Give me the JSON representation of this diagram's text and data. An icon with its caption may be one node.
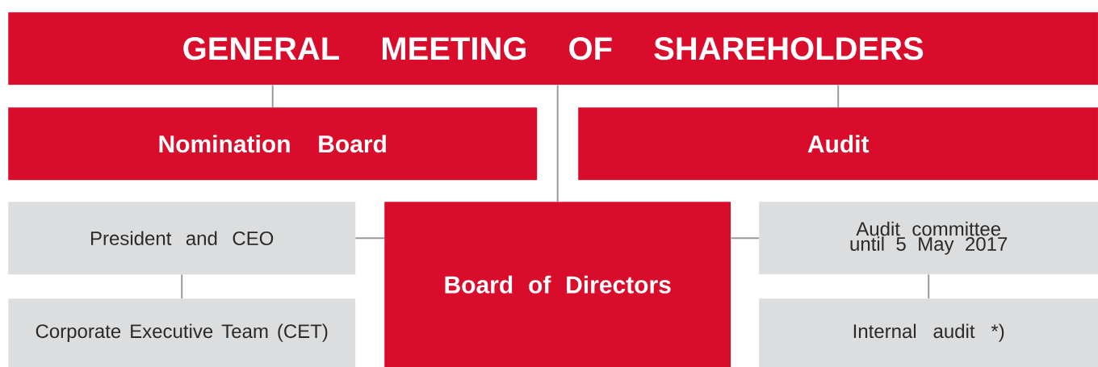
{
  "diagram": {
    "nodes": [
      {
        "text": [
          "GENERAL MEETING OF SHAREHOLDERS"
        ]
      },
      {
        "text": [
          "Nomination Board"
        ]
      },
      {
        "text": [
          "Audit"
        ]
      },
      {
        "text": [
          "President and CEO"
        ]
      },
      {
        "text": [
          "Board of Directors"
        ]
      },
      {
        "text": [
          "Audit committee until 5 May 2017"
        ]
      },
      {
        "text": [
          "Corporate Executive Team (CET)"
        ]
      },
      {
        "text": [
          "Internal audit *)"
        ]
      }
    ],
    "edges": [
      {
        "from": 0,
        "to": 1,
        "arrow": "none"
      },
      {
        "from": 0,
        "to": 4,
        "arrow": "none"
      },
      {
        "from": 0,
        "to": 2,
        "arrow": "none"
      },
      {
        "from": 3,
        "to": 4,
        "arrow": "none"
      },
      {
        "from": 4,
        "to": 5,
        "arrow": "none"
      },
      {
        "from": 3,
        "to": 6,
        "arrow": "none"
      },
      {
        "from": 5,
        "to": 7,
        "arrow": "none"
      }
    ]
  }
}
